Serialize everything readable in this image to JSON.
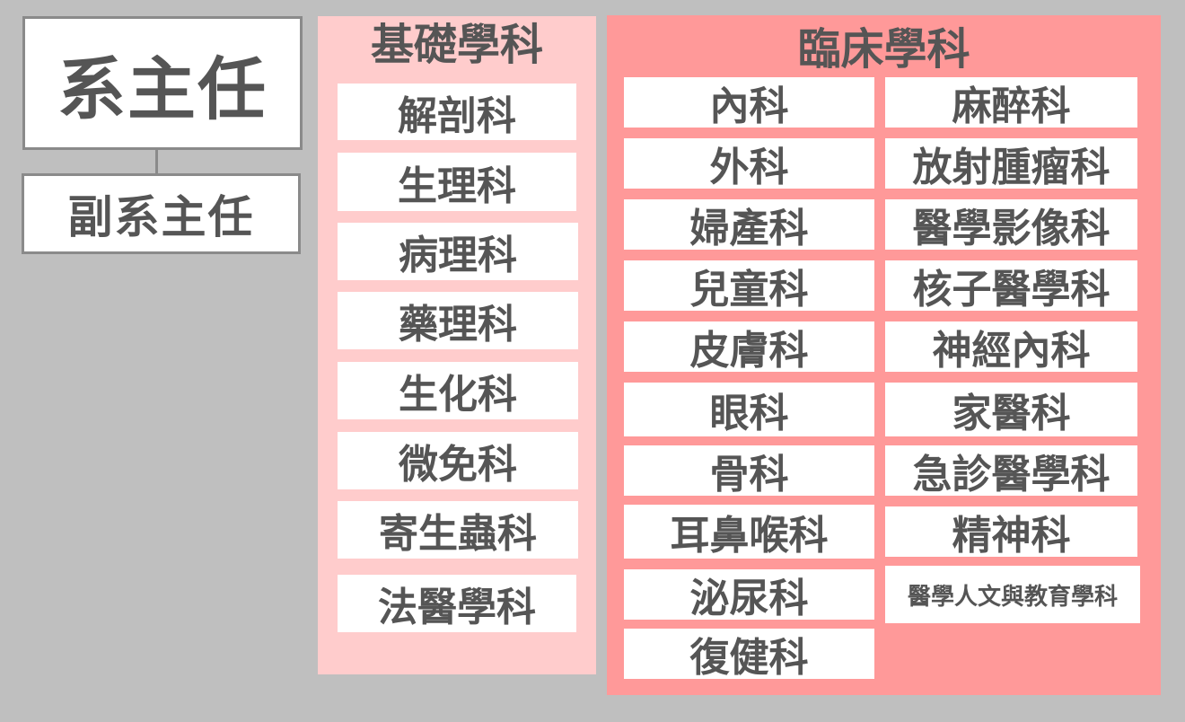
{
  "chair": "系主任",
  "vice_chair": "副系主任",
  "basic": {
    "title": "基礎學科",
    "items": [
      "解剖科",
      "生理科",
      "病理科",
      "藥理科",
      "生化科",
      "微免科",
      "寄生蟲科",
      "法醫學科"
    ]
  },
  "clinical": {
    "title": "臨床學科",
    "left": [
      "內科",
      "外科",
      "婦產科",
      "兒童科",
      "皮膚科",
      "眼科",
      "骨科",
      "耳鼻喉科",
      "泌尿科",
      "復健科"
    ],
    "right": [
      "麻醉科",
      "放射腫瘤科",
      "醫學影像科",
      "核子醫學科",
      "神經內科",
      "家醫科",
      "急診醫學科",
      "精神科",
      "醫學人文與教育學科"
    ]
  },
  "colors": {
    "background": "#bfbfbf",
    "basic_panel": "#ffcccc",
    "clinical_panel": "#ff9999",
    "text": "#555555",
    "border": "#8a8a8a"
  }
}
